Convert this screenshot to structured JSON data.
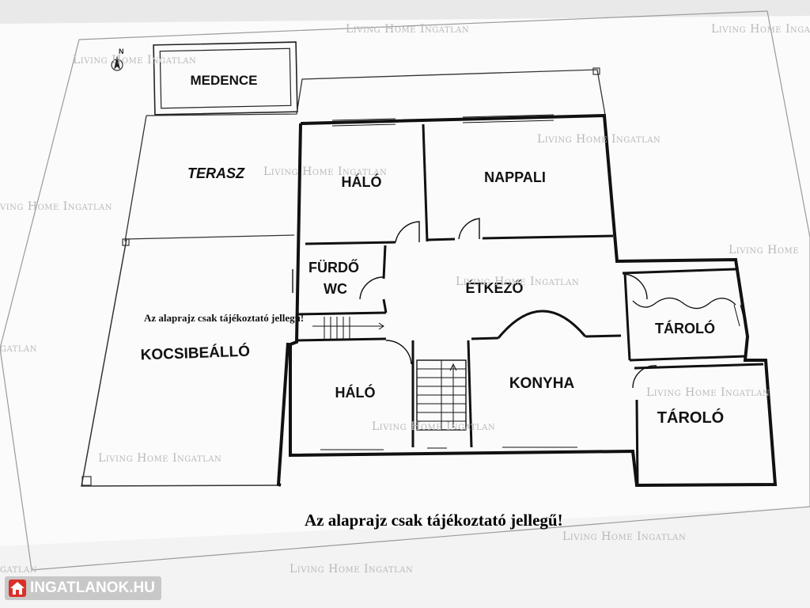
{
  "rooms": {
    "medence": "MEDENCE",
    "terasz": "TERASZ",
    "halo1": "HÁLÓ",
    "nappali": "NAPPALI",
    "furdo": "FÜRDŐ",
    "wc": "WC",
    "etkezo": "ÉTKEZŐ",
    "kocsibeallo": "KOCSIBEÁLLÓ",
    "taroló1": "TÁROLÓ",
    "halo2": "HÁLÓ",
    "konyha": "KONYHA",
    "taroló2": "TÁROLÓ"
  },
  "compass_label": "N",
  "disclaimer": "Az alaprajz csak tájékoztató jellegű!",
  "watermark": "Living Home Ingatlan",
  "watermark_partial_right": "Living Home",
  "watermark_partial_left": "ving Home Ingatlan",
  "watermark_cut_left": "gatlan",
  "watermark_cut_right": "Living Home Ingatla",
  "logo_text": "INGATLANOK.HU"
}
